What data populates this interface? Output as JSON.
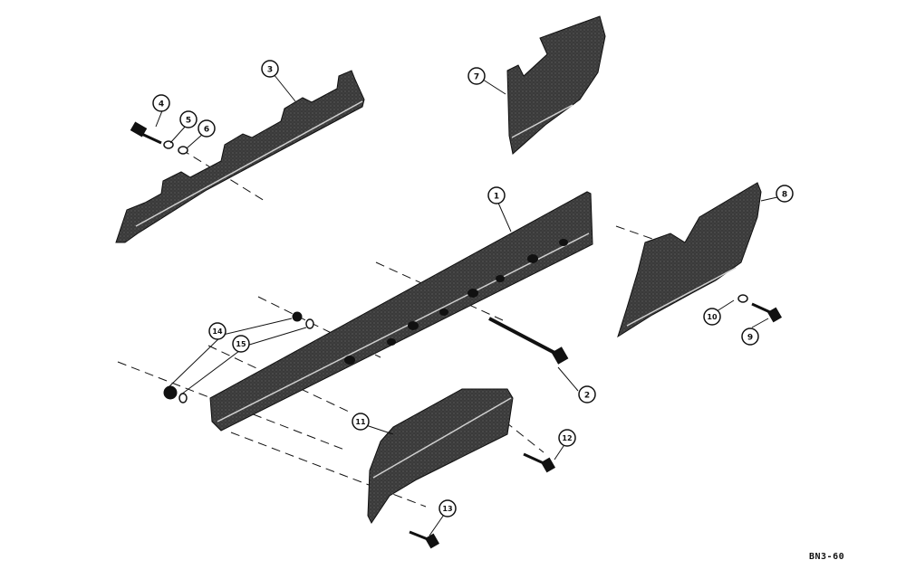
{
  "figure_id": "BN3-60",
  "callouts": {
    "c1": "1",
    "c2": "2",
    "c3": "3",
    "c4": "4",
    "c5": "5",
    "c6": "6",
    "c7": "7",
    "c8": "8",
    "c9": "9",
    "c10": "10",
    "c11": "11",
    "c12": "12",
    "c13": "13",
    "c14": "14",
    "c15": "15"
  },
  "colors": {
    "part_fill": "#3d3d3d",
    "line": "#111111",
    "highlight": "#cfcfcf"
  }
}
